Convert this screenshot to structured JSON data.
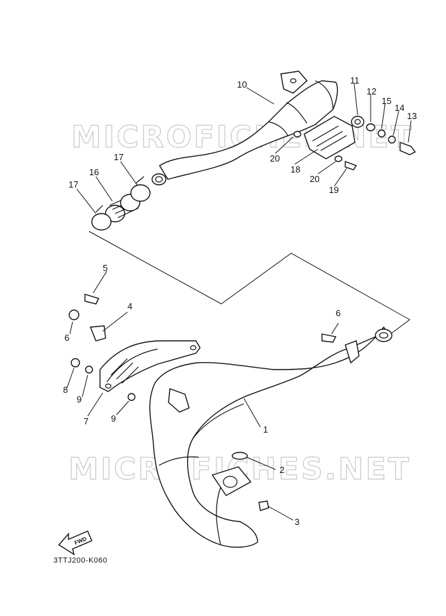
{
  "watermarks": [
    "MICROFICHES.NET",
    "MICROFICHES.NET"
  ],
  "callouts": [
    "1",
    "2",
    "3",
    "4",
    "5",
    "6",
    "6",
    "7",
    "8",
    "9",
    "9",
    "10",
    "11",
    "12",
    "13",
    "14",
    "15",
    "16",
    "17",
    "17",
    "18",
    "19",
    "20",
    "20"
  ],
  "fwd_label": "FWD",
  "diagram_code": "3TTJ200-K060"
}
